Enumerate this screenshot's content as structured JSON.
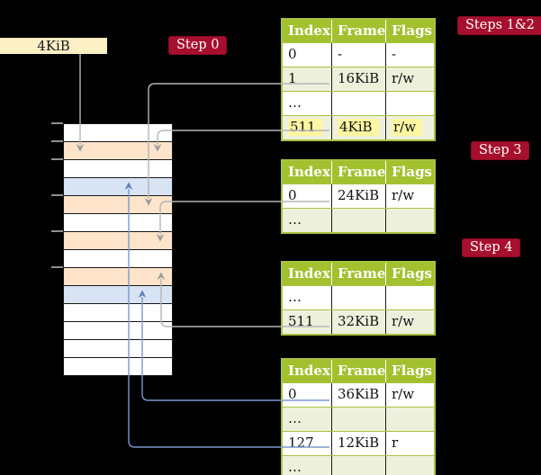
{
  "frame_box": {
    "label": "4KiB"
  },
  "steps": [
    {
      "id": "step0",
      "text": "Step 0"
    },
    {
      "id": "steps12",
      "text": "Steps 1&2"
    },
    {
      "id": "step3",
      "text": "Step 3"
    },
    {
      "id": "step4",
      "text": "Step 4"
    }
  ],
  "memory": {
    "rows": [
      "white",
      "peach",
      "white",
      "blue",
      "peach",
      "white",
      "peach",
      "white",
      "peach",
      "blue",
      "white",
      "white",
      "white",
      "white"
    ],
    "ticks_at_row_boundaries": [
      0,
      1,
      2,
      4,
      6,
      8
    ]
  },
  "tables": [
    {
      "name": "steps-1-2",
      "headers": [
        "Index",
        "Frame",
        "Flags"
      ],
      "rows": [
        {
          "cells": [
            "0",
            "-",
            "-"
          ],
          "shade": "white"
        },
        {
          "cells": [
            "1",
            "16KiB",
            "r/w"
          ],
          "shade": "green"
        },
        {
          "cells": [
            "…",
            "",
            ""
          ],
          "shade": "white"
        },
        {
          "cells": [
            "511",
            "4KiB",
            "r/w"
          ],
          "shade": "green",
          "highlight": true
        }
      ]
    },
    {
      "name": "step-3",
      "headers": [
        "Index",
        "Frame",
        "Flags"
      ],
      "rows": [
        {
          "cells": [
            "0",
            "24KiB",
            "r/w"
          ],
          "shade": "white"
        },
        {
          "cells": [
            "…",
            "",
            ""
          ],
          "shade": "green"
        }
      ]
    },
    {
      "name": "step-4",
      "headers": [
        "Index",
        "Frame",
        "Flags"
      ],
      "rows": [
        {
          "cells": [
            "…",
            "",
            ""
          ],
          "shade": "white"
        },
        {
          "cells": [
            "511",
            "32KiB",
            "r/w"
          ],
          "shade": "green"
        }
      ]
    },
    {
      "name": "last-level",
      "headers": [
        "Index",
        "Frame",
        "Flags"
      ],
      "rows": [
        {
          "cells": [
            "0",
            "36KiB",
            "r/w"
          ],
          "shade": "white"
        },
        {
          "cells": [
            "…",
            "",
            ""
          ],
          "shade": "green"
        },
        {
          "cells": [
            "127",
            "12KiB",
            "r"
          ],
          "shade": "white"
        },
        {
          "cells": [
            "…",
            "",
            ""
          ],
          "shade": "green"
        }
      ]
    }
  ],
  "connectors": [
    {
      "source": "frame_box",
      "target_mem_row": 1,
      "color": "gray"
    },
    {
      "source_table": 0,
      "source_row": 1,
      "target_mem_row": 4,
      "color": "gray"
    },
    {
      "source_table": 0,
      "source_row": 3,
      "target_mem_row": 1,
      "color": "gray"
    },
    {
      "source_table": 1,
      "source_row": 0,
      "target_mem_row": 6,
      "color": "gray"
    },
    {
      "source_table": 2,
      "source_row": 1,
      "target_mem_row": 8,
      "color": "gray"
    },
    {
      "source_table": 3,
      "source_row": 0,
      "target_mem_row": 9,
      "color": "blue"
    },
    {
      "source_table": 3,
      "source_row": 2,
      "target_mem_row": 3,
      "color": "blue"
    }
  ],
  "colors": {
    "background": "#000000",
    "chip_red": "#a60f2d",
    "header_green": "#a3c12e",
    "row_green": "#edf1dc",
    "highlight_yellow": "#fdf6a2",
    "mem_peach": "#fde4ca",
    "mem_blue": "#d8e4f4",
    "frame_box_cream": "#faefc5",
    "wire_gray": "#b5b5b5",
    "wire_blue": "#7b98cf"
  }
}
